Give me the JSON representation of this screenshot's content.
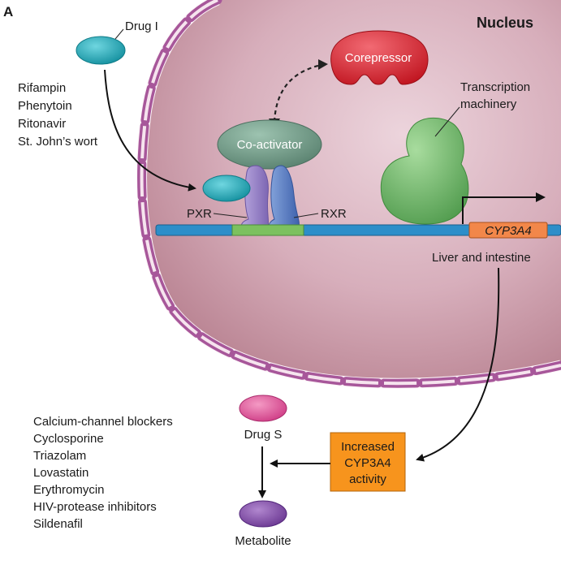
{
  "panel_letter": "A",
  "nucleus_label": "Nucleus",
  "drug_i_label": "Drug I",
  "inducer_drugs": [
    "Rifampin",
    "Phenytoin",
    "Ritonavir",
    "St. John’s wort"
  ],
  "corepressor_label": "Corepressor",
  "coactivator_label": "Co-activator",
  "transcription_label": [
    "Transcription",
    "machinery"
  ],
  "pxr_label": "PXR",
  "rxr_label": "RXR",
  "gene_label": "CYP3A4",
  "tissue_label": "Liver and intestine",
  "activity_box": [
    "Increased",
    "CYP3A4",
    "activity"
  ],
  "drug_s_label": "Drug S",
  "metabolite_label": "Metabolite",
  "substrate_drugs": [
    "Calcium-channel blockers",
    "Cyclosporine",
    "Triazolam",
    "Lovastatin",
    "Erythromycin",
    "HIV-protease inhibitors",
    "Sildenafil"
  ],
  "colors": {
    "nucleus_fill": "#c99aa8",
    "membrane": "#a7579a",
    "drug_i": "#1fa8b8",
    "corepressor": "#d8202c",
    "coactivator": "#6f9a86",
    "pxr": "#9a85c6",
    "rxr": "#5a7fc4",
    "transcription": "#6fb46a",
    "dna": "#2d8ec9",
    "gene_box": "#f2874a",
    "activity_box": "#f7941d",
    "drug_s": "#e0559a",
    "metabolite": "#8650a8"
  }
}
